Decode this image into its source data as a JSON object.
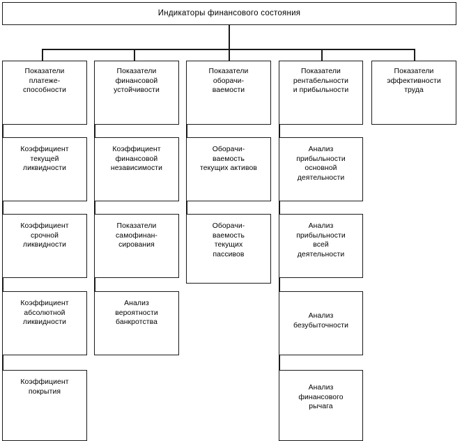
{
  "diagram": {
    "title": "Индикаторы финансового состояния",
    "type": "org-tree",
    "root": {
      "label": "Индикаторы финансового состояния"
    },
    "columns": [
      {
        "id": "solvency",
        "header": "Показатели\nплатеже-\nспособности",
        "children": [
          "Коэффициент\nтекущей\nликвидности",
          "Коэффициент\nсрочной\nликвидности",
          "Коэффициент\nабсолютной\nликвидности",
          "Коэффициент\nпокрытия"
        ]
      },
      {
        "id": "financial-stability",
        "header": "Показатели\nфинансовой\nустойчивости",
        "children": [
          "Коэффициент\nфинансовой\nнезависимости",
          "Показатели\nсамофинан-\nсирования",
          "Анализ\nвероятности\nбанкротства"
        ]
      },
      {
        "id": "turnover",
        "header": "Показатели\nоборачи-\nваемости",
        "children": [
          "Оборачи-\nваемость\nтекущих активов",
          "Оборачи-\nваемость\nтекущих\nпассивов"
        ]
      },
      {
        "id": "profitability",
        "header": "Показатели\nрентабельности\nи прибыльности",
        "children": [
          "Анализ\nприбыльности\nосновной\nдеятельности",
          "Анализ\nприбыльности\nвсей\nдеятельности",
          "Анализ\nбезубыточности",
          "Анализ\nфинансового\nрычага"
        ]
      },
      {
        "id": "labor-efficiency",
        "header": "Показатели\nэффективности\nтруда",
        "children": []
      }
    ],
    "colors": {
      "stroke": "#1a1a1a",
      "background": "#ffffff",
      "text": "#000000"
    }
  }
}
